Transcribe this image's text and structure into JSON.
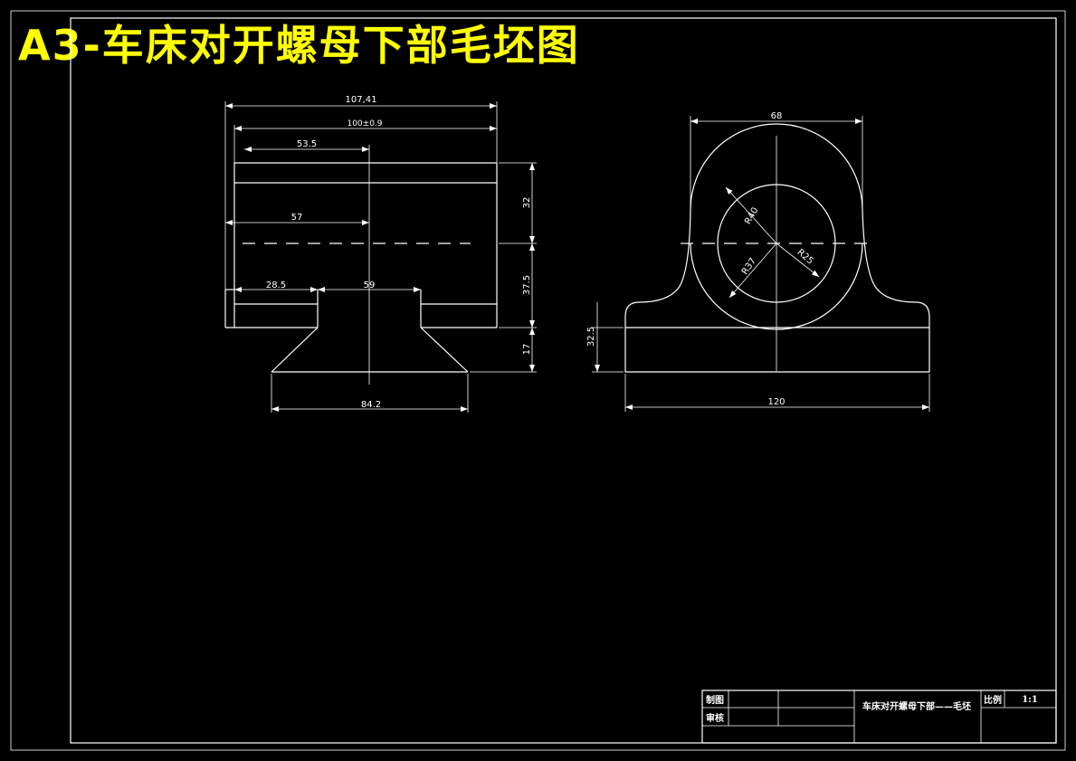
{
  "title": "A3-车床对开螺母下部毛坯图",
  "front_view": {
    "dims": {
      "overall_width": "107,41",
      "width_tol": "100±0.9",
      "to_center_a": "53.5",
      "to_center_b": "57",
      "step_left": "28.5",
      "slot_width": "59",
      "base_width": "84.2",
      "height_top": "32",
      "height_mid": "37.5",
      "height_bottom": "17"
    }
  },
  "side_view": {
    "dims": {
      "top_width": "68",
      "radius_outer": "R40",
      "radius_inner": "R37",
      "radius_hole": "R25",
      "base_height": "32.5",
      "overall_width": "120"
    }
  },
  "title_block": {
    "drawn_label": "制图",
    "checked_label": "审核",
    "part_name": "车床对开螺母下部——毛坯",
    "scale_label": "比例",
    "scale_value": "1:1"
  }
}
